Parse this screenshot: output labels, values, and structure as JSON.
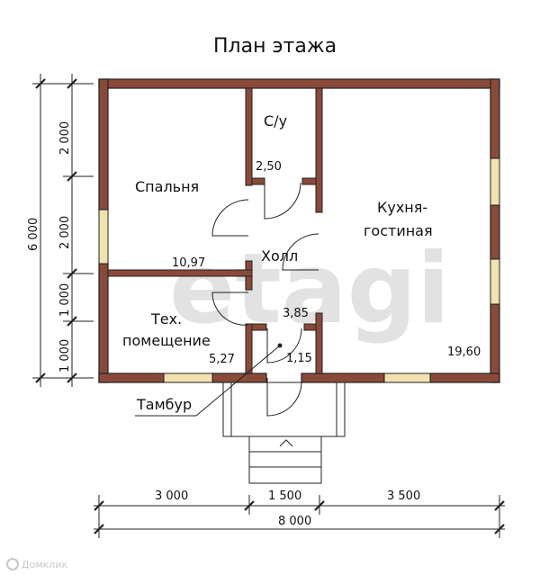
{
  "title": "План этажа",
  "rooms": {
    "bedroom": {
      "name": "Спальня",
      "area": "10,97"
    },
    "bathroom": {
      "name": "С/у",
      "area": "2,50"
    },
    "kitchen": {
      "name_line1": "Кухня-",
      "name_line2": "гостиная",
      "area": "19,60"
    },
    "hall": {
      "name": "Холл",
      "area": "3,85"
    },
    "tech": {
      "name_line1": "Тех.",
      "name_line2": "помещение",
      "area": "5,27"
    },
    "vestibule": {
      "name": "Тамбур",
      "area": "1,15"
    }
  },
  "dimensions": {
    "bottom": [
      "3 000",
      "1 500",
      "3 500"
    ],
    "bottom_total": "8 000",
    "left": [
      "2 000",
      "2 000",
      "1 000",
      "1 000"
    ],
    "left_total": "6 000"
  },
  "watermark": "etagi",
  "brand": "Домклик",
  "colors": {
    "wall": "#8a4a3a",
    "window": "#f1e2b0",
    "line": "#222222"
  }
}
